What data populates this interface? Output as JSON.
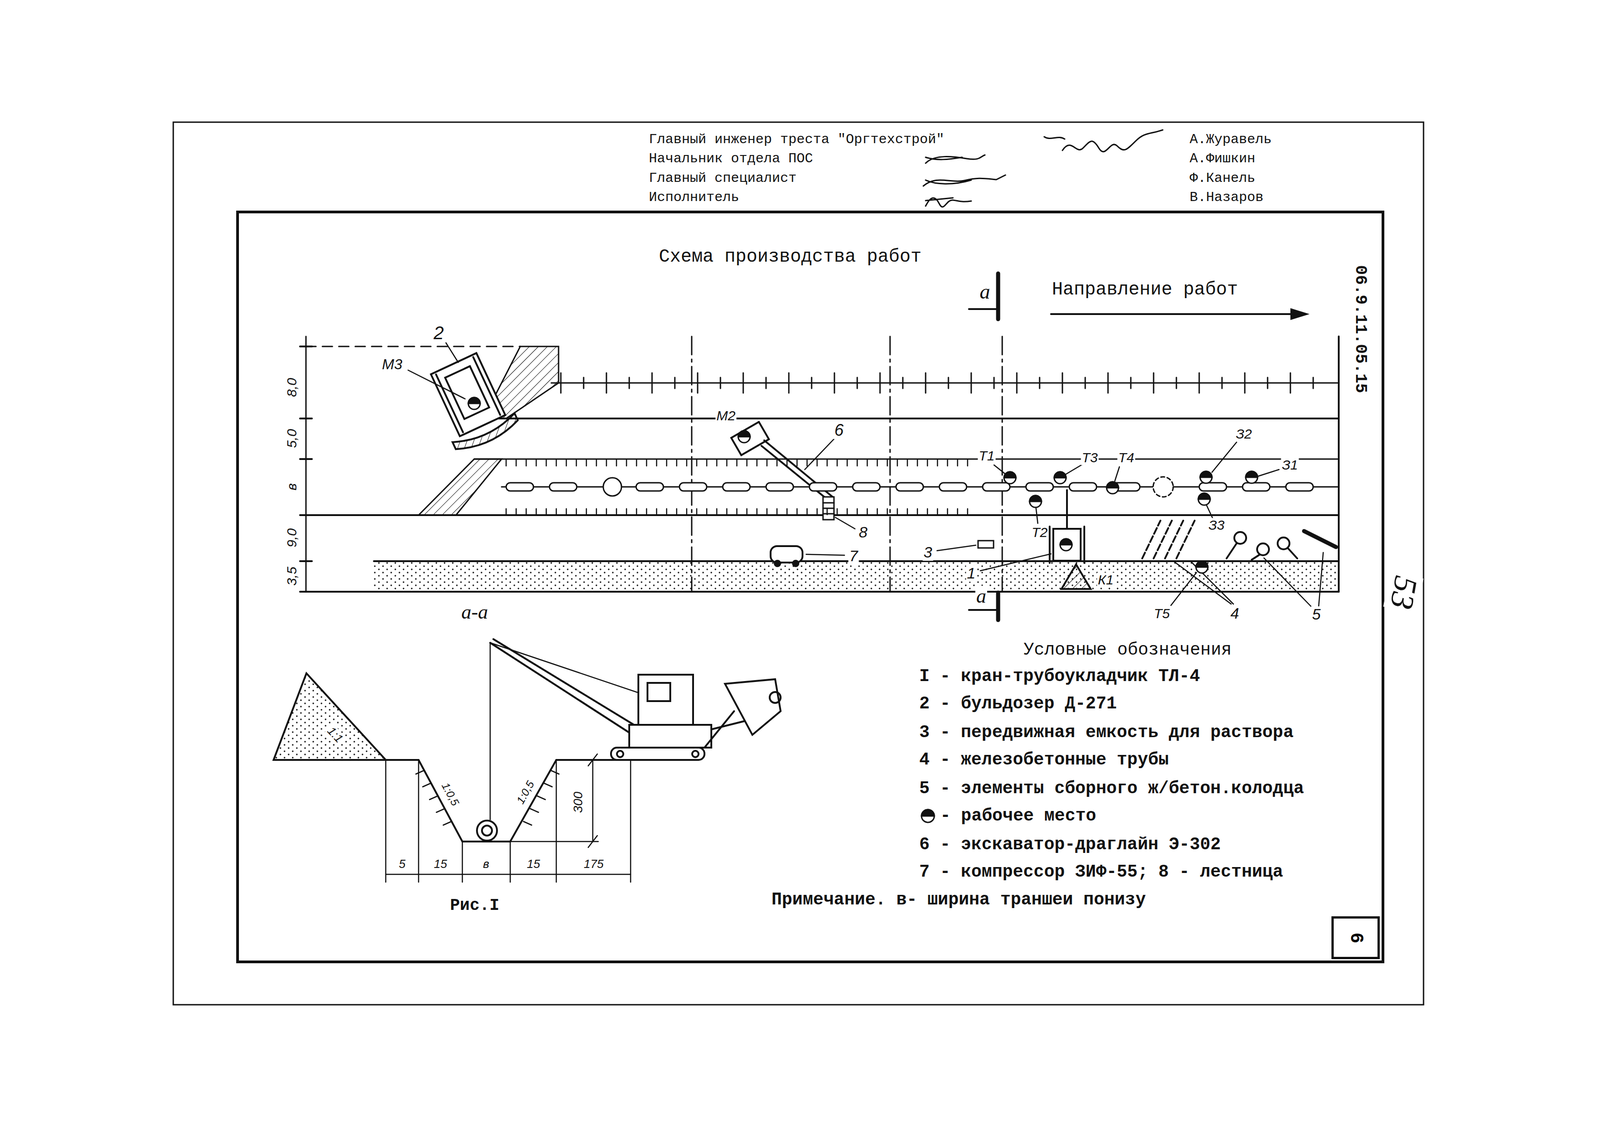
{
  "diagram": {
    "title": "Схема производства работ",
    "nodes": [
      {
        "text": [
          "6"
        ]
      }
    ],
    "labels": [
      "Главный инженер треста \"Оргтехстрой\"",
      "Начальник отдела ПОС",
      "Главный специалист",
      "Исполнитель",
      "А.Журавель",
      "А.Фишкин",
      "Ф.Канель",
      "В.Назаров",
      "06.9.11.05.15",
      "53",
      "а",
      "Направление работ",
      "8,0",
      "5,0",
      "в",
      "9,0",
      "3,5",
      "2",
      "М3",
      "М2",
      "6",
      "8",
      "7",
      "3",
      "1",
      "К1",
      "Т1",
      "Т3",
      "Т4",
      "З2",
      "З1",
      "Т2",
      "З3",
      "Т5",
      "4",
      "5",
      "а",
      "а-а",
      "1:1",
      "1:0,5",
      "1:0,5",
      "300",
      "5",
      "15",
      "в",
      "15",
      "175",
      "Рис.I",
      "Условные обозначения",
      "Примечание. в- ширина траншеи понизу"
    ],
    "legend": [
      {
        "text": "I - кран-трубоукладчик ТЛ-4"
      },
      {
        "text": "2 - бульдозер Д-271"
      },
      {
        "text": "3 - передвижная емкость для раствора"
      },
      {
        "text": "4 - железобетонные трубы"
      },
      {
        "text": "5 - элементы сборного ж/бетон.колодца"
      },
      {
        "text": "- рабочее место"
      },
      {
        "text": "6 - экскаватор-драглайн Э-302"
      },
      {
        "text": "7 - компрессор ЗИФ-55; 8 - лестница"
      }
    ]
  }
}
